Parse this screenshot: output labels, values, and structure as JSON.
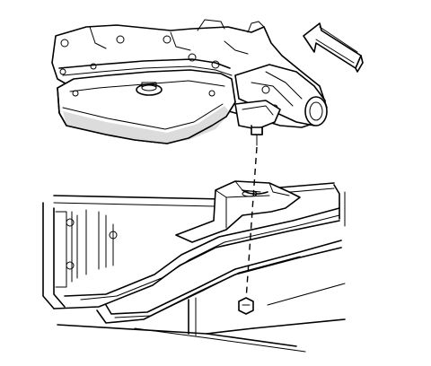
{
  "figure": {
    "components": [
      {
        "name": "transmission-oil-pan",
        "icon": "oil-pan-icon"
      },
      {
        "name": "drain-plug",
        "icon": "plug-icon"
      },
      {
        "name": "crossmember",
        "icon": "crossmember-icon"
      },
      {
        "name": "frame-rail",
        "icon": "frame-rail-icon"
      },
      {
        "name": "mount-bolt",
        "icon": "bolt-icon"
      },
      {
        "name": "mount-nut",
        "icon": "nut-icon"
      },
      {
        "name": "front-direction-arrow",
        "icon": "arrow-icon"
      }
    ],
    "colors": {
      "line": "#000000",
      "shade": "#dcdcdc",
      "background": "#ffffff"
    }
  }
}
